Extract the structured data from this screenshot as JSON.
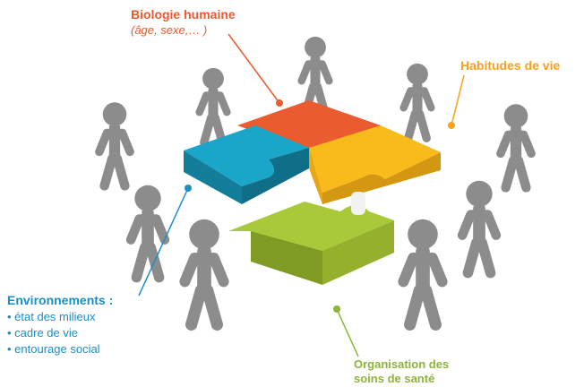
{
  "labels": {
    "biologie": {
      "title": "Biologie humaine",
      "subtitle": "(âge, sexe,… )",
      "color": "#ea5b2f"
    },
    "habitudes": {
      "title": "Habitudes de vie",
      "color": "#f6a21a"
    },
    "environnements": {
      "title": "Environnements :",
      "items": [
        "état des milieux",
        "cadre de vie",
        "entourage social"
      ],
      "color": "#1b8fc5"
    },
    "organisation": {
      "line1": "Organisation des",
      "line2": "soins de santé",
      "color": "#8db43a"
    }
  },
  "colors": {
    "figure": "#8c8c8c",
    "puzzle_red": "#ea5b2f",
    "puzzle_blue": "#19a6c8",
    "puzzle_yellow": "#f7bb1c",
    "puzzle_green": "#a8c93a"
  }
}
